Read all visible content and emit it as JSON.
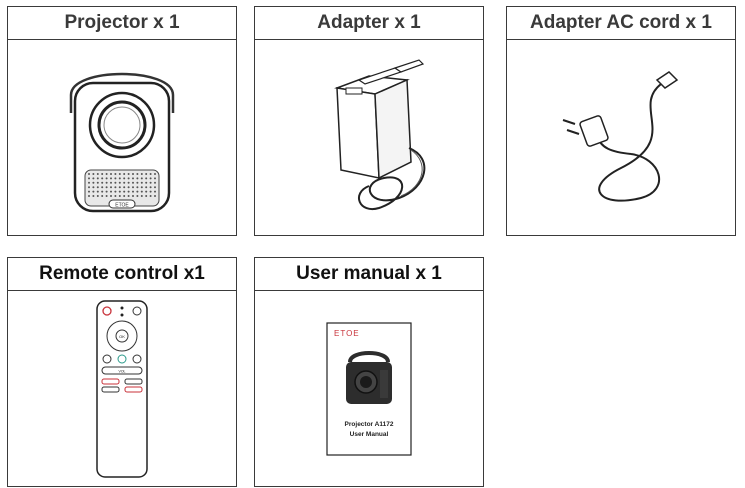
{
  "cards": [
    {
      "title": "Projector x 1",
      "icon": "projector-illustration"
    },
    {
      "title": "Adapter x 1",
      "icon": "adapter-illustration"
    },
    {
      "title": "Adapter AC cord x 1",
      "icon": "ac-cord-illustration"
    },
    {
      "title": "Remote control x1",
      "icon": "remote-control-illustration"
    },
    {
      "title": "User manual x 1",
      "icon": "user-manual-illustration"
    }
  ],
  "projector": {
    "brand_label": "ETOE"
  },
  "remote": {
    "ok_label": "OK",
    "vol_label": "VOL"
  },
  "manual": {
    "brand": "ETOE",
    "line1": "Projector A1172",
    "line2": "User Manual"
  },
  "colors": {
    "border": "#3a3a3a",
    "accent_red": "#c8323a"
  }
}
